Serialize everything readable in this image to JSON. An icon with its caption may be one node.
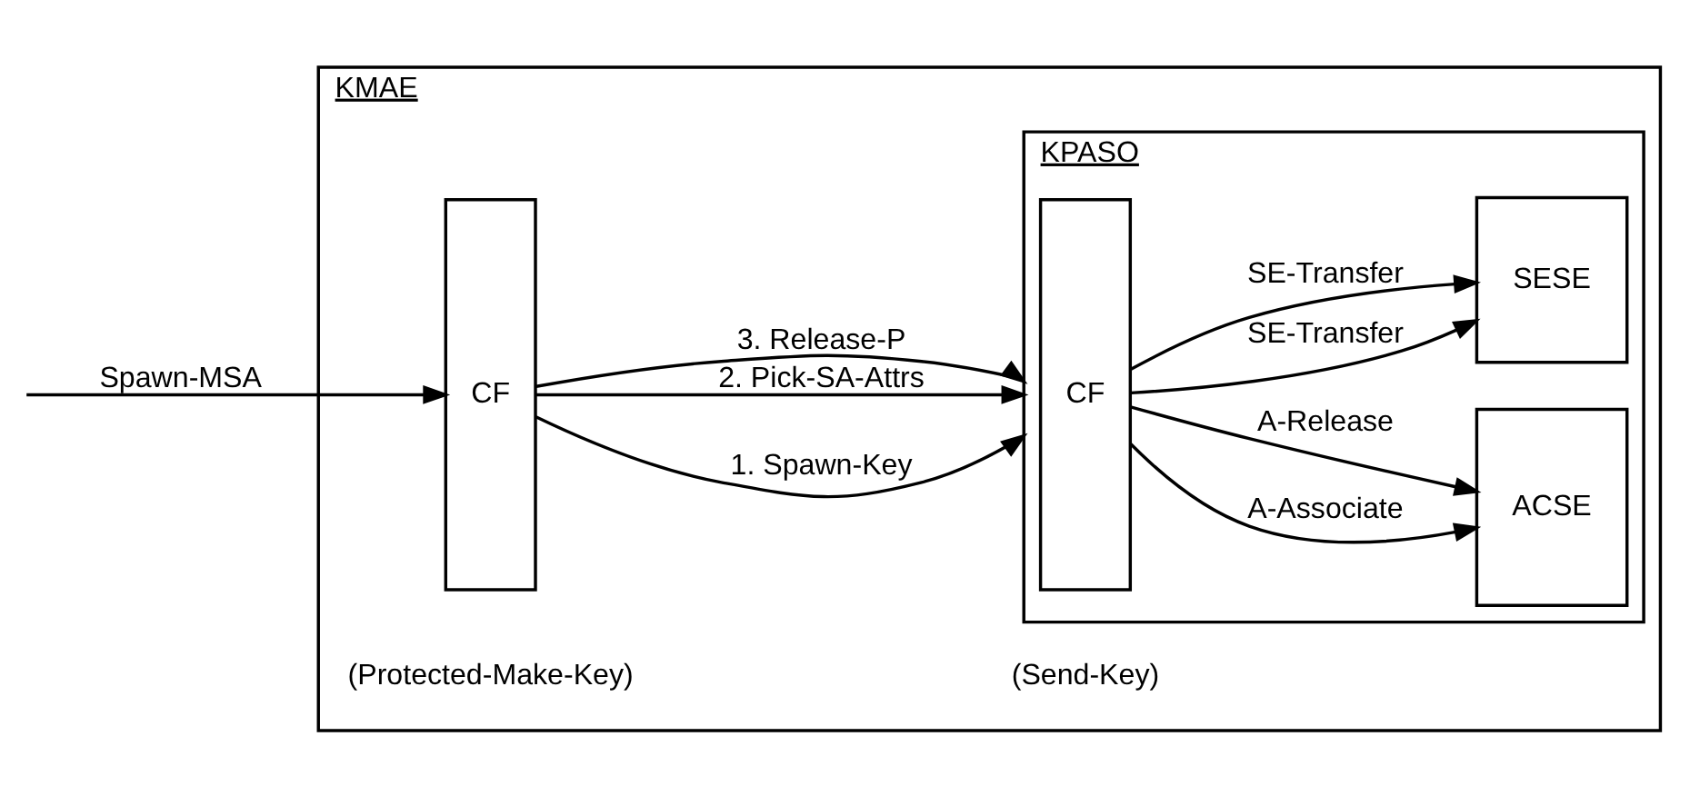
{
  "diagram": {
    "nodes": [
      {
        "text": [
          "KMAE"
        ]
      },
      {
        "text": [
          "CF"
        ],
        "in": 0
      },
      {
        "text": [
          "KPASO"
        ],
        "in": 0
      },
      {
        "text": [
          "CF"
        ],
        "in": 2
      },
      {
        "text": [
          "ACSE"
        ],
        "in": 2
      },
      {
        "text": [
          "SESE"
        ],
        "in": 2
      }
    ],
    "edges": [
      {
        "from": null,
        "to": 1,
        "arrow": "to",
        "label": "Spawn-MSA"
      },
      {
        "from": 1,
        "to": 2,
        "arrow": "to",
        "label": "1. Spawn-Key"
      },
      {
        "from": 1,
        "to": 2,
        "arrow": "to",
        "label": "2. Pick-SA-Attrs"
      },
      {
        "from": 1,
        "to": 2,
        "arrow": "to",
        "label": "3. Release-P"
      },
      {
        "from": 3,
        "to": 4,
        "arrow": "to",
        "label": "A-Associate"
      },
      {
        "from": 3,
        "to": 4,
        "arrow": "to",
        "label": "A-Release"
      },
      {
        "from": 3,
        "to": 5,
        "arrow": "to",
        "label": "SE-Transfer"
      },
      {
        "from": 3,
        "to": 5,
        "arrow": "to",
        "label": "SE-Transfer"
      }
    ],
    "labels": [
      "(Protected-Make-Key)",
      "(Send-Key)"
    ]
  }
}
